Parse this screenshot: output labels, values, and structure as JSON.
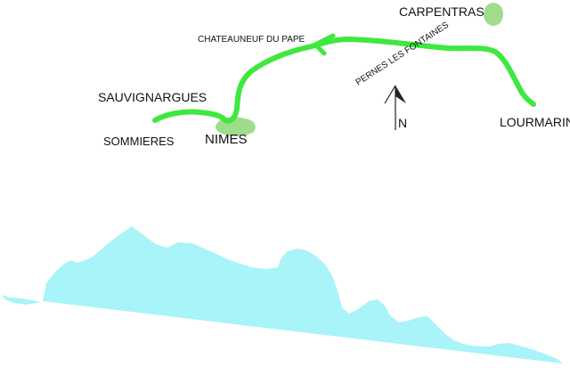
{
  "colors": {
    "route": "#3ee83e",
    "town_blob": "#9fdc8c",
    "sea": "#a8f4f8",
    "text": "#111111",
    "compass": "#222222"
  },
  "icons": {
    "compass": "north-arrow-icon"
  },
  "places": {
    "carpentras": "CARPENTRAS",
    "chateauneuf": "CHATEAUNEUF DU PAPE",
    "pernes": "PERNES LES FONTAINES",
    "sauvignargues": "SAUVIGNARGUES",
    "sommieres": "SOMMIERES",
    "nimes": "NIMES",
    "lourmarin": "LOURMARIN"
  },
  "compass": {
    "label": "N"
  }
}
